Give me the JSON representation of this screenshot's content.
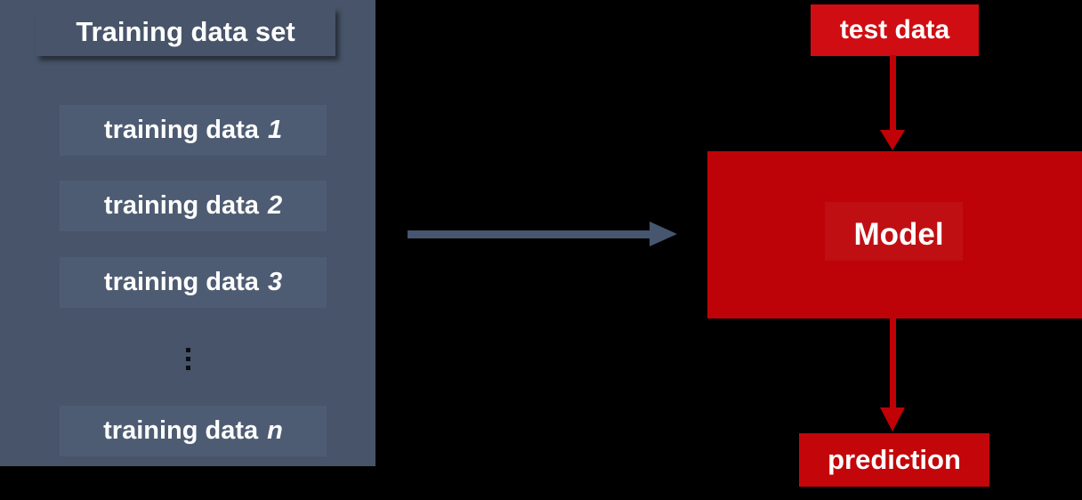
{
  "colors": {
    "background": "#000000",
    "panel_slate": "#475469",
    "row_slate": "#4e5c73",
    "arrow_slate": "#45566e",
    "test_data_red": "#cf0d13",
    "model_red": "#bd0307",
    "prediction_red": "#c3060a",
    "arrow_red": "#c00206",
    "text_white": "#ffffff",
    "ellipsis_black": "#0a0d12"
  },
  "training_panel": {
    "title": "Training data set",
    "rows": [
      {
        "label": "training data",
        "index": "1"
      },
      {
        "label": "training data",
        "index": "2"
      },
      {
        "label": "training data",
        "index": "3"
      },
      {
        "label": "training data",
        "index": "n"
      }
    ],
    "ellipsis_icon": "vertical-ellipsis-dots"
  },
  "flow": {
    "test_data_label": "test data",
    "model_label": "Model",
    "prediction_label": "prediction"
  }
}
